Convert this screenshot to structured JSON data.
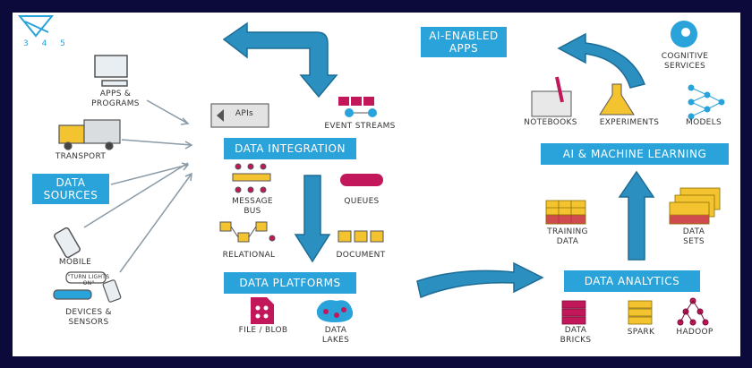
{
  "logo": {
    "numbers": "3 4 5"
  },
  "sources": {
    "banner": "DATA SOURCES",
    "items": [
      {
        "label": "APPS & PROGRAMS"
      },
      {
        "label": "TRANSPORT"
      },
      {
        "label": "MOBILE"
      },
      {
        "label": "DEVICES & SENSORS"
      }
    ],
    "speech_bubble": "\"TURN LIGHTS ON\""
  },
  "integration": {
    "banner": "DATA INTEGRATION",
    "apis_label": "APIs",
    "event_streams": "EVENT STREAMS",
    "message_bus": "MESSAGE BUS",
    "queues": "QUEUES"
  },
  "platforms": {
    "banner": "DATA PLATFORMS",
    "relational": "RELATIONAL",
    "document": "DOCUMENT",
    "file_blob": "FILE / BLOB",
    "data_lakes": "DATA LAKES"
  },
  "analytics": {
    "banner": "DATA ANALYTICS",
    "data_bricks": "DATA BRICKS",
    "spark": "SPARK",
    "hadoop": "HADOOP"
  },
  "ml": {
    "banner": "AI & MACHINE LEARNING",
    "training_data": "TRAINING DATA",
    "data_sets": "DATA SETS",
    "notebooks": "NOTEBOOKS",
    "experiments": "EXPERIMENTS",
    "models": "MODELS"
  },
  "apps": {
    "banner": "AI-ENABLED APPS",
    "cognitive": "COGNITIVE SERVICES"
  },
  "colors": {
    "accent": "#29a3d9",
    "magenta": "#c2185b",
    "yellow": "#f4c430",
    "background": "#0b0a3a"
  }
}
